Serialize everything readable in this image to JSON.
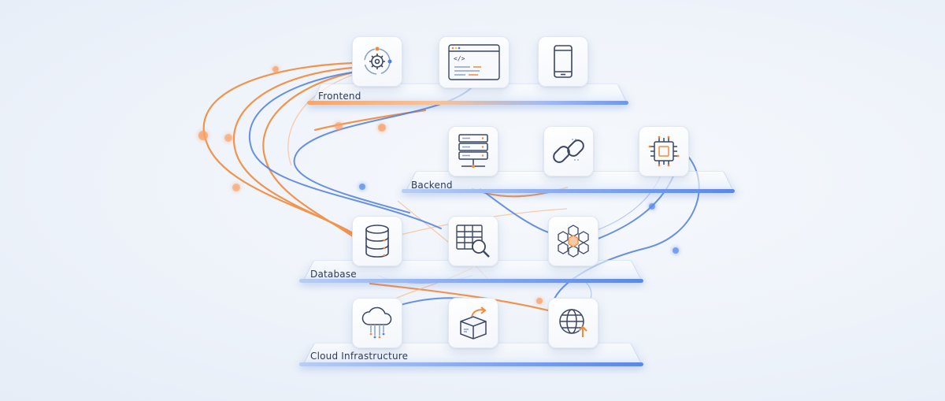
{
  "layers": [
    {
      "label": "Frontend",
      "icons": [
        "settings-cycle-icon",
        "code-window-icon",
        "mobile-phone-icon"
      ]
    },
    {
      "label": "Backend",
      "icons": [
        "server-rack-icon",
        "link-icon",
        "cpu-chip-icon"
      ]
    },
    {
      "label": "Database",
      "icons": [
        "database-icon",
        "table-search-icon",
        "cube-network-icon"
      ]
    },
    {
      "label": "Cloud Infrastructure",
      "icons": [
        "cloud-icon",
        "box-export-icon",
        "globe-upload-icon"
      ]
    }
  ],
  "colors": {
    "accent_orange": "#f28a3c",
    "accent_blue": "#4f7fe0",
    "icon_stroke": "#3b4660"
  }
}
